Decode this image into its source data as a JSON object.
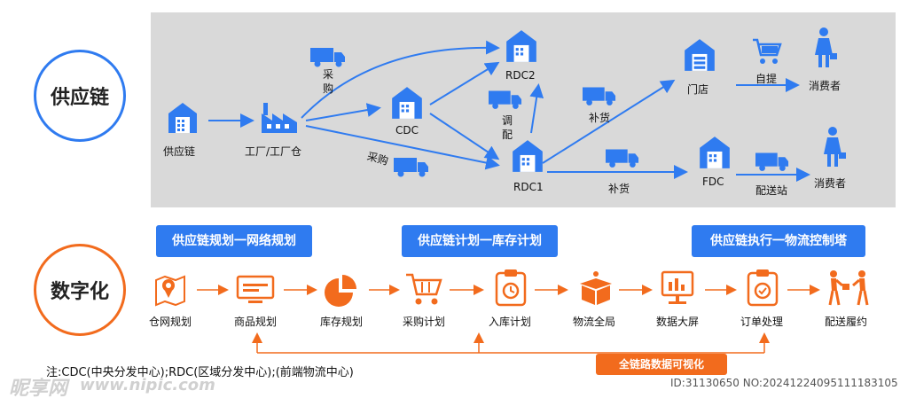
{
  "colors": {
    "blue": "#2f7bf0",
    "orange": "#f26b1d",
    "panel": "#d9d9d9"
  },
  "circles": {
    "top": "供应链",
    "bottom": "数字化"
  },
  "supply": {
    "supply_chain": "供应链",
    "factory": "工厂/工厂仓",
    "cdc": "CDC",
    "rdc2": "RDC2",
    "rdc1": "RDC1",
    "store": "门店",
    "fdc": "FDC",
    "pickup": "自提",
    "consumer1": "消费者",
    "consumer2": "消费者",
    "station": "配送站",
    "purchase1": "采\n购",
    "purchase2": "采购",
    "allocate": "调\n配",
    "replenish1": "补货",
    "replenish2": "补货"
  },
  "banners": [
    "供应链规划一网络规划",
    "供应链计划一库存计划",
    "供应链执行一物流控制塔"
  ],
  "steps": [
    "仓网规划",
    "商品规划",
    "库存规划",
    "采购计划",
    "入库计划",
    "物流全局",
    "数据大屏",
    "订单处理",
    "配送履约"
  ],
  "icons": {
    "steps": [
      "map-pin-icon",
      "monitor-icon",
      "pie-chart-icon",
      "shopping-cart-icon",
      "clipboard-clock-icon",
      "open-box-icon",
      "dashboard-screen-icon",
      "clipboard-check-icon",
      "delivery-people-icon"
    ],
    "nodes": [
      "warehouse-icon",
      "factory-icon",
      "truck-icon",
      "shopping-cart-icon",
      "person-icon"
    ]
  },
  "visualize": "全链路数据可视化",
  "note": "注:CDC(中央分发中心);RDC(区域分发中心);(前端物流中心)",
  "watermark": {
    "logo": "昵享网",
    "url": "www.nipic.com",
    "id": "ID:31130650 NO:20241224095111183105"
  }
}
